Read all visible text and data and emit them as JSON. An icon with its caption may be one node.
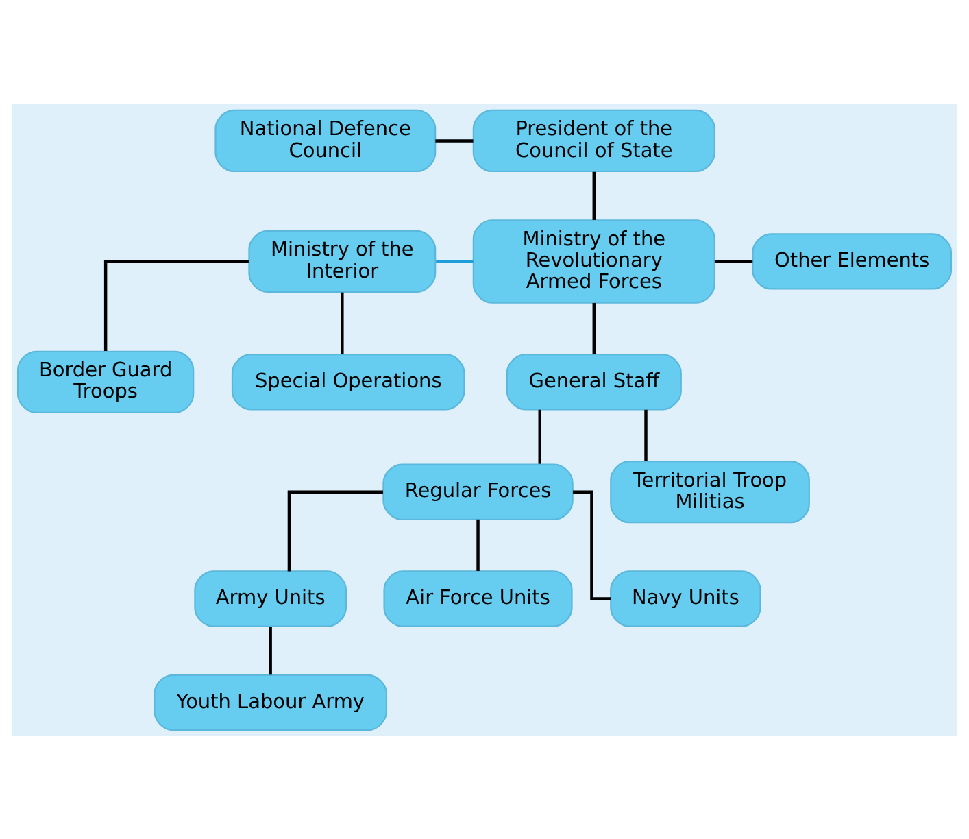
{
  "diagram": {
    "nodes": [
      {
        "text": [
          "National Defence Council"
        ]
      },
      {
        "text": [
          "President of the Council of State"
        ]
      },
      {
        "text": [
          "Ministry of the Interior"
        ]
      },
      {
        "text": [
          "Ministry of the Revolutionary Armed Forces"
        ]
      },
      {
        "text": [
          "Other Elements"
        ]
      },
      {
        "text": [
          "Border Guard Troops"
        ]
      },
      {
        "text": [
          "Special Operations"
        ]
      },
      {
        "text": [
          "General Staff"
        ]
      },
      {
        "text": [
          "Regular Forces"
        ]
      },
      {
        "text": [
          "Territorial Troop Militias"
        ]
      },
      {
        "text": [
          "Army Units"
        ]
      },
      {
        "text": [
          "Air Force Units"
        ]
      },
      {
        "text": [
          "Navy Units"
        ]
      },
      {
        "text": [
          "Youth Labour Army"
        ]
      }
    ],
    "edges": [
      {
        "from": 0,
        "to": 1,
        "arrow": "none"
      },
      {
        "from": 1,
        "to": 3,
        "arrow": "none"
      },
      {
        "from": 3,
        "to": 2,
        "arrow": "none",
        "color": "#1e9fd9"
      },
      {
        "from": 3,
        "to": 4,
        "arrow": "none"
      },
      {
        "from": 2,
        "to": 5,
        "arrow": "none"
      },
      {
        "from": 2,
        "to": 6,
        "arrow": "none"
      },
      {
        "from": 3,
        "to": 7,
        "arrow": "none"
      },
      {
        "from": 7,
        "to": 8,
        "arrow": "none"
      },
      {
        "from": 7,
        "to": 9,
        "arrow": "none"
      },
      {
        "from": 8,
        "to": 10,
        "arrow": "none"
      },
      {
        "from": 8,
        "to": 11,
        "arrow": "none"
      },
      {
        "from": 8,
        "to": 12,
        "arrow": "none"
      },
      {
        "from": 10,
        "to": 13,
        "arrow": "none"
      }
    ]
  }
}
